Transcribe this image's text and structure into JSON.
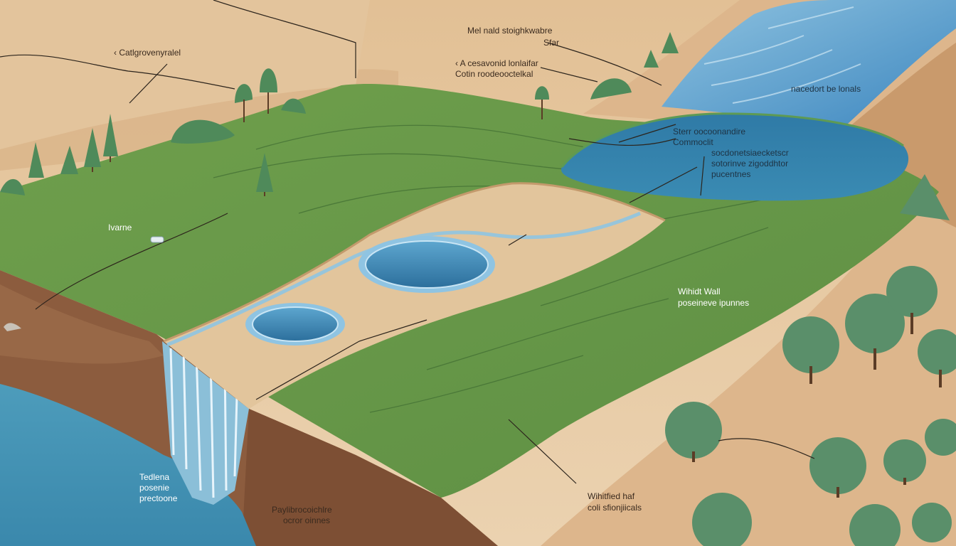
{
  "labels": {
    "top_left": "‹ Catlgrovenyralel",
    "top_center_1": "Mel nald stoighkwabre",
    "top_center_2": "Sfar",
    "top_center_3": "‹ A cesavonid lonlaifar",
    "top_center_4": "Cotin roodeooctelkal",
    "top_right_river": "nacedort be lonals",
    "lake_1": "Sterr oocoonandire",
    "lake_2": "Commoclit",
    "lake_3": "socdonetsiaecketscr",
    "lake_4": "sotorinve zigoddhtor",
    "lake_5": "pucentnes",
    "left_field": "Ivarne",
    "right_1": "Wihidt Wall",
    "right_2": "poseineve ipunnes",
    "bottom_left_1": "Tedlena",
    "bottom_left_2": "posenie",
    "bottom_left_3": "prectoone",
    "bottom_center_1": "Paylibrocoichlre",
    "bottom_center_2": "ocror oinnes",
    "bottom_right_1": "Wihitfied haf",
    "bottom_right_2": "coli sfionjiicals"
  },
  "colors": {
    "sand": "#e7c9a2",
    "grass": "#6e9c4c",
    "water": "#3d87ad",
    "soil": "#8c5c3e",
    "tree": "#4f8a62"
  }
}
